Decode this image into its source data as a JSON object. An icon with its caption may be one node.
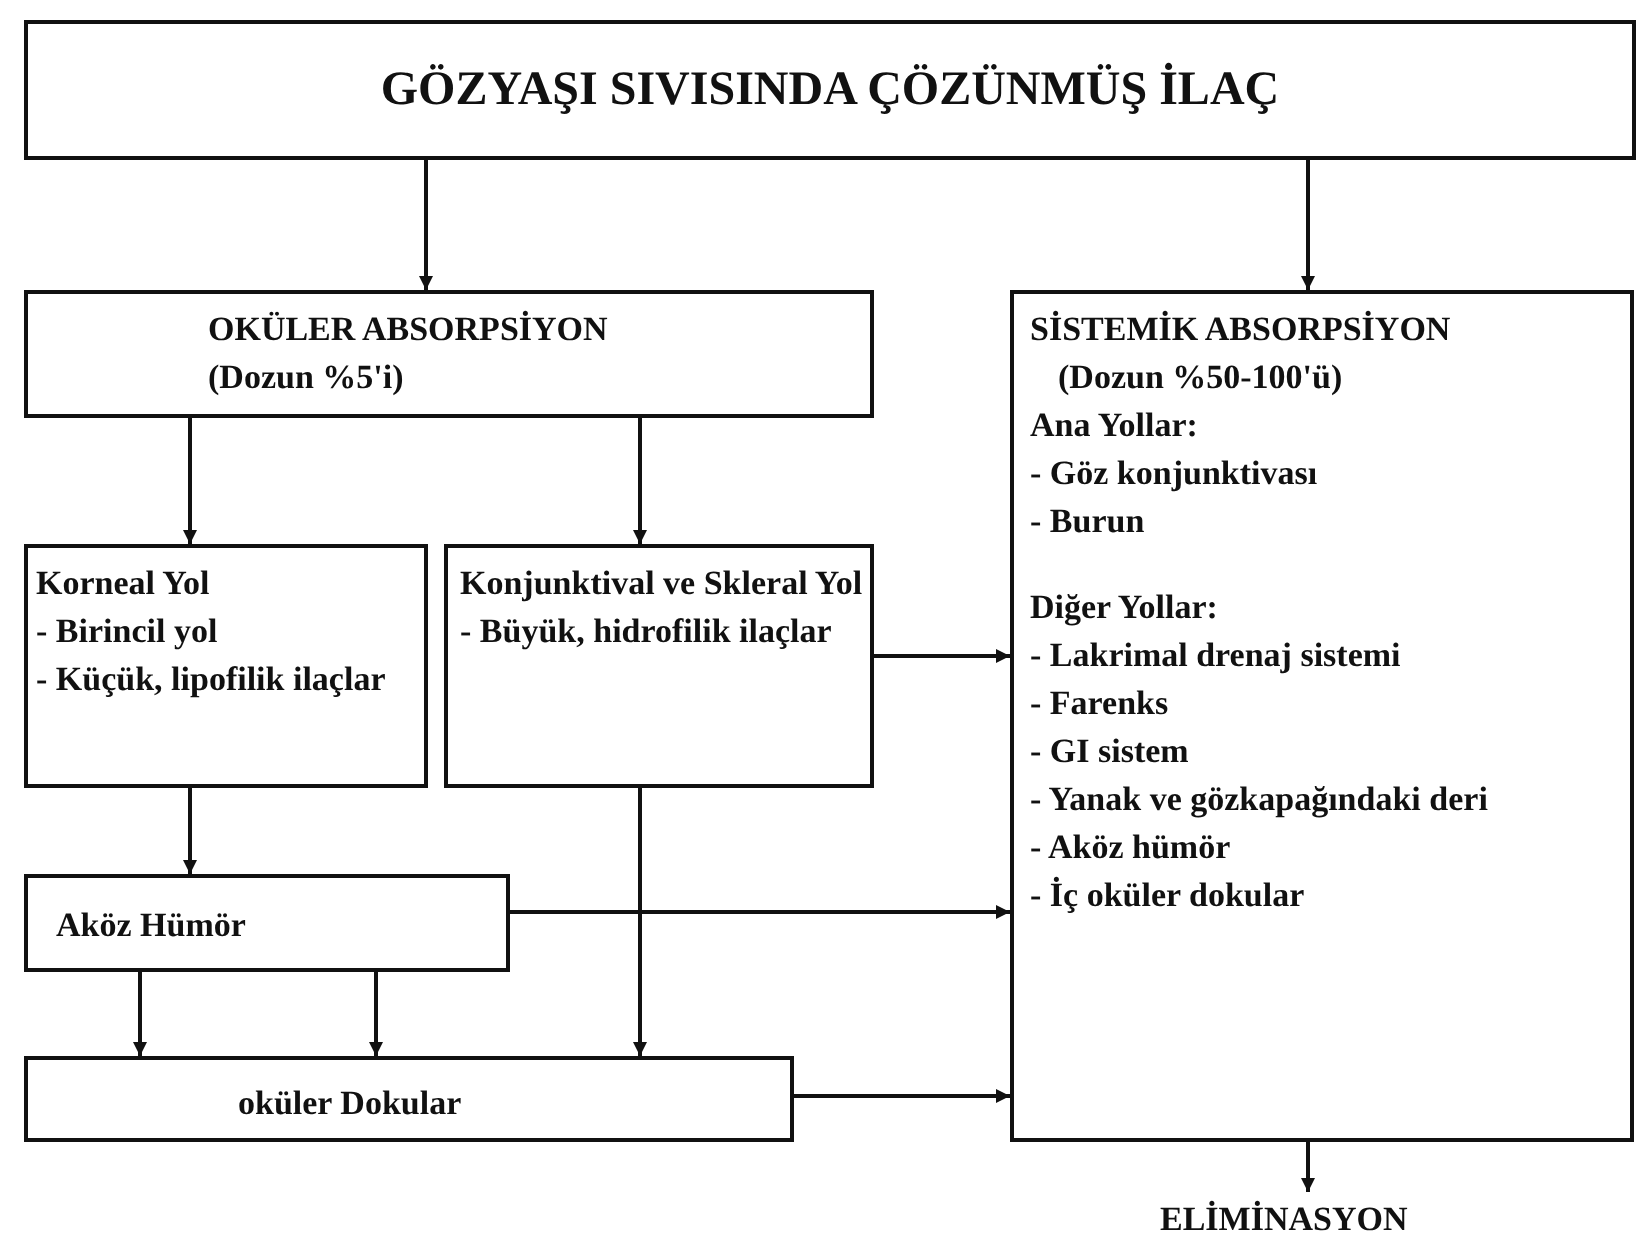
{
  "diagram": {
    "nodes": [
      {
        "text": [
          "GÖZYAŞI SIVISINDA ÇÖZÜNMÜŞ İLAÇ"
        ]
      },
      {
        "text": [
          "OKÜLER ABSORPSİYON",
          "(Dozun %5'i)"
        ]
      },
      {
        "text": [
          "SİSTEMİK ABSORPSİYON",
          "(Dozun %50-100'ü)",
          "Ana Yollar:",
          "- Göz konjunktivası",
          "- Burun",
          "Diğer Yollar:",
          "- Lakrimal drenaj sistemi",
          "- Farenks",
          "- GI sistem",
          "- Yanak ve gözkapağındaki deri",
          "- Aköz hümör",
          "- İç oküler dokular"
        ]
      },
      {
        "text": [
          "Korneal Yol",
          "- Birincil yol",
          "- Küçük, lipofilik ilaçlar"
        ]
      },
      {
        "text": [
          "Konjunktival ve Skleral Yol",
          "- Büyük, hidrofilik ilaçlar"
        ]
      },
      {
        "text": [
          "Aköz Hümör"
        ]
      },
      {
        "text": [
          "oküler Dokular"
        ]
      },
      {
        "text": [
          "ELİMİNASYON"
        ]
      }
    ],
    "edges": [
      {
        "from": 0,
        "to": 1,
        "arrow": "to"
      },
      {
        "from": 0,
        "to": 2,
        "arrow": "to"
      },
      {
        "from": 1,
        "to": 3,
        "arrow": "to"
      },
      {
        "from": 1,
        "to": 4,
        "arrow": "to"
      },
      {
        "from": 3,
        "to": 5,
        "arrow": "to"
      },
      {
        "from": 4,
        "to": 2,
        "arrow": "to"
      },
      {
        "from": 5,
        "to": 2,
        "arrow": "to"
      },
      {
        "from": 5,
        "to": 6,
        "arrow": "to"
      },
      {
        "from": 5,
        "to": 6,
        "arrow": "to"
      },
      {
        "from": 4,
        "to": 6,
        "arrow": "to"
      },
      {
        "from": 6,
        "to": 2,
        "arrow": "to"
      },
      {
        "from": 2,
        "to": 7,
        "arrow": "to"
      }
    ]
  }
}
